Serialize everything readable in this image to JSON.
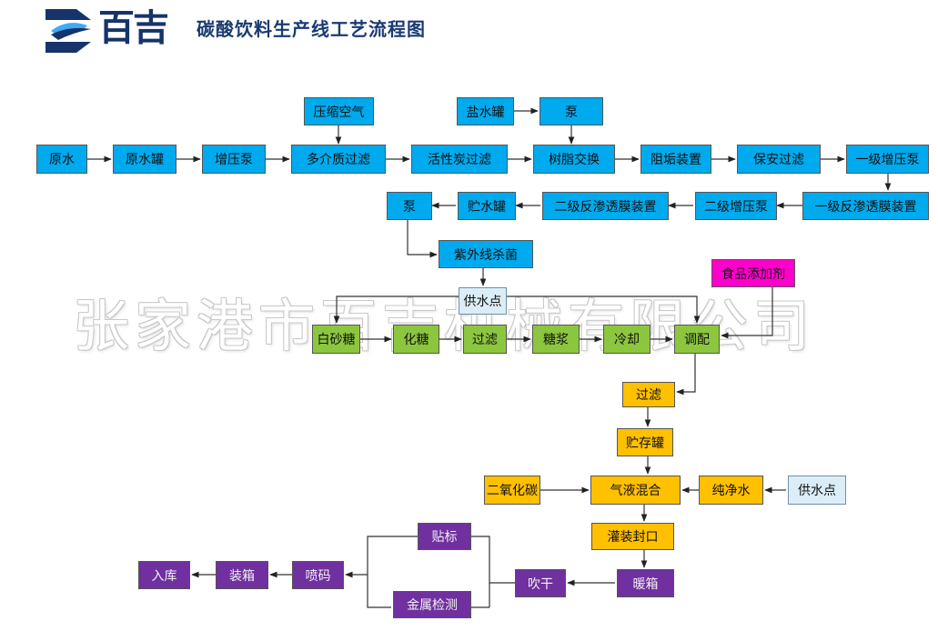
{
  "header": {
    "logo_text": "百吉",
    "title": "碳酸饮料生产线工艺流程图"
  },
  "watermark": "张家港市百吉机械有限公司",
  "colors": {
    "water": "#00aaee",
    "supply": "#dbeef7",
    "syrup": "#8cc63f",
    "mix": "#ffc000",
    "additive": "#ff00cc",
    "package": "#7030a0",
    "brand": "#16336b"
  },
  "water_treatment": {
    "raw_water": "原水",
    "raw_water_tank": "原水罐",
    "booster_pump": "增压泵",
    "compressed_air": "压缩空气",
    "multimedia_filter": "多介质过滤",
    "activated_carbon_filter": "活性炭过滤",
    "brine_tank": "盐水罐",
    "brine_pump": "泵",
    "resin_exchange": "树脂交换",
    "antiscalant": "阻垢装置",
    "security_filter": "保安过滤",
    "first_booster": "一级增压泵",
    "first_ro": "一级反渗透膜装置",
    "second_booster": "二级增压泵",
    "second_ro": "二级反渗透膜装置",
    "storage_tank": "贮水罐",
    "transfer_pump": "泵",
    "uv_sterilizer": "紫外线杀菌",
    "supply_point": "供水点"
  },
  "syrup": {
    "white_sugar": "白砂糖",
    "dissolve": "化糖",
    "filter": "过滤",
    "pure_syrup": "糖浆",
    "cooling": "冷却",
    "blending": "调配",
    "food_additives": "食品添加剂"
  },
  "mixing": {
    "filter": "过滤",
    "storage": "贮存罐",
    "co2": "二氧化碳",
    "gas_liquid_mix": "气液混合",
    "pure_water": "纯净水",
    "supply_point": "供水点",
    "fill_seal": "灌装封口"
  },
  "packaging": {
    "warming": "暖箱",
    "blow_dry": "吹干",
    "labeling": "贴标",
    "metal_detect": "金属检测",
    "coding": "喷码",
    "boxing": "装箱",
    "warehousing": "入库"
  }
}
